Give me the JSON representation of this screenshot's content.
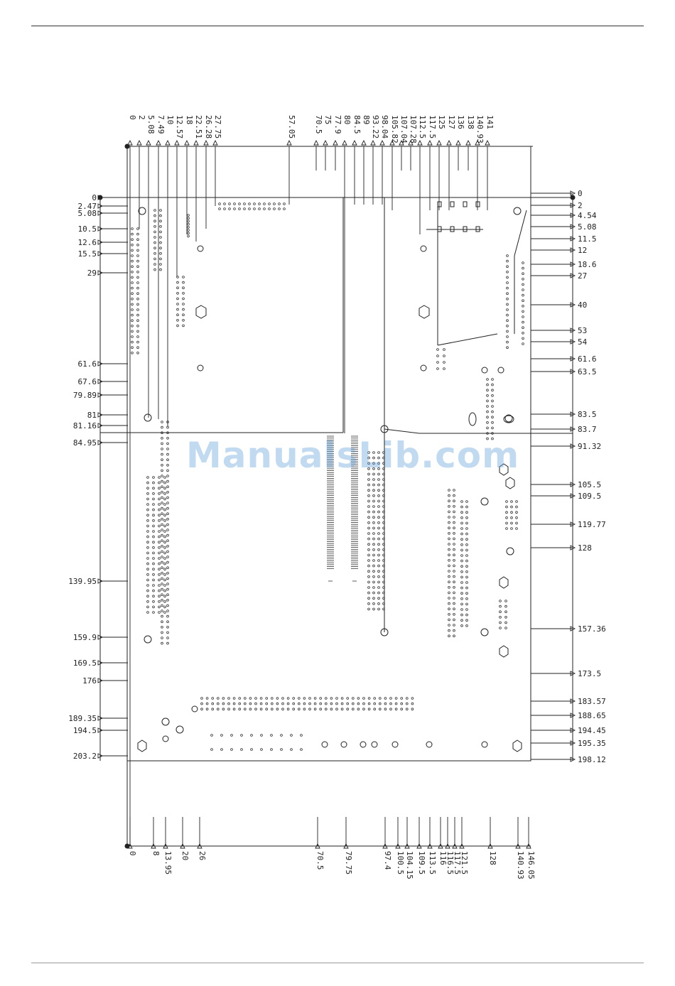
{
  "watermark": "ManualsLib.com",
  "colors": {
    "line": "#222222",
    "watermark": "#6fa8dc"
  },
  "top_dims": [
    "0",
    "2",
    "5.08",
    "7.49",
    "10",
    "12.57",
    "18",
    "22.51",
    "26.28",
    "27.75",
    "57.05",
    "70.5",
    "75",
    "77.9",
    "80",
    "84.5",
    "89",
    "93.22",
    "98.04",
    "105.82",
    "107.04",
    "107.28",
    "112.5",
    "117.5",
    "125",
    "127",
    "136",
    "138",
    "140.93",
    "141"
  ],
  "bottom_dims": [
    "0",
    "8",
    "13.95",
    "20",
    "26",
    "70.5",
    "79.75",
    "97.4",
    "100.5",
    "104.15",
    "109.5",
    "113.5",
    "116",
    "116.5",
    "117.5",
    "121.5",
    "128",
    "140.93",
    "146.05"
  ],
  "left_dims": [
    "0",
    "2.47",
    "5.08",
    "10.5",
    "12.6",
    "15.5",
    "29",
    "61.6",
    "67.6",
    "79.89",
    "81",
    "81.16",
    "84.95",
    "139.95",
    "159.9",
    "169.5",
    "176",
    "189.35",
    "194.5",
    "203.2"
  ],
  "right_dims": [
    "0",
    "2",
    "4.54",
    "5.08",
    "11.5",
    "12",
    "18.6",
    "27",
    "40",
    "53",
    "54",
    "61.6",
    "63.5",
    "83.5",
    "83.7",
    "91.32",
    "105.5",
    "109.5",
    "119.77",
    "128",
    "157.36",
    "173.5",
    "183.57",
    "188.65",
    "194.45",
    "195.35",
    "198.12"
  ]
}
